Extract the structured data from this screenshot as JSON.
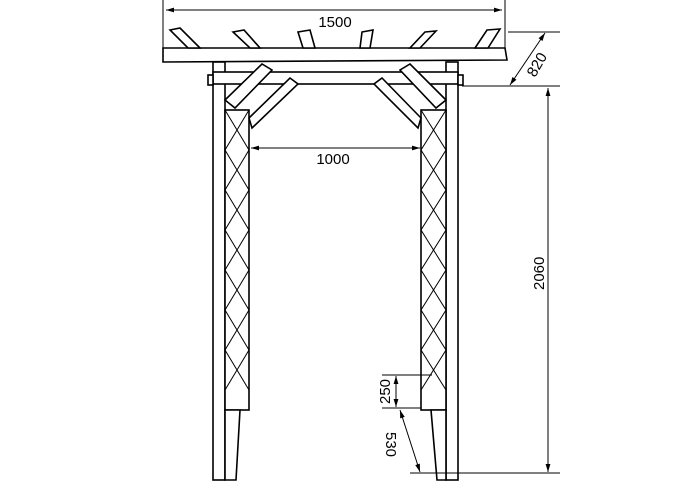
{
  "drawing": {
    "title": "Garden arch / pergola elevation",
    "dimensions": {
      "total_width": "1500",
      "opening_width": "1000",
      "depth": "820",
      "height": "2060",
      "panel_gap": "250",
      "panel_bottom_offset": "530"
    },
    "colors": {
      "line": "#000000",
      "background": "#ffffff"
    }
  }
}
